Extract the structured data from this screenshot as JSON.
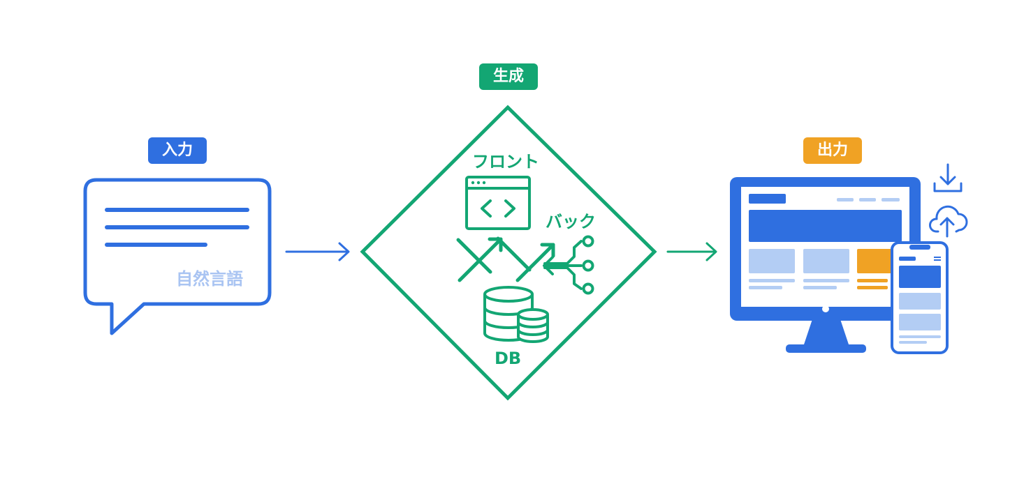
{
  "colors": {
    "input": "#2f6fe0",
    "input_light": "#a9c4f2",
    "generate": "#13a673",
    "output": "#2f6fe0",
    "output_light": "#b3cdf4",
    "accent_orange": "#f0a224"
  },
  "input": {
    "badge": "入力",
    "bubble_caption": "自然言語"
  },
  "generate": {
    "badge": "生成",
    "front_label": "フロント",
    "back_label": "バック",
    "db_label": "DB"
  },
  "output": {
    "badge": "出力"
  },
  "icons": {
    "input": "speech-bubble-icon",
    "front": "code-window-icon",
    "back": "circuit-nodes-icon",
    "db": "database-icon",
    "output": "desktop-monitor-icon",
    "mobile": "smartphone-icon",
    "download": "download-icon",
    "upload": "cloud-upload-icon"
  }
}
